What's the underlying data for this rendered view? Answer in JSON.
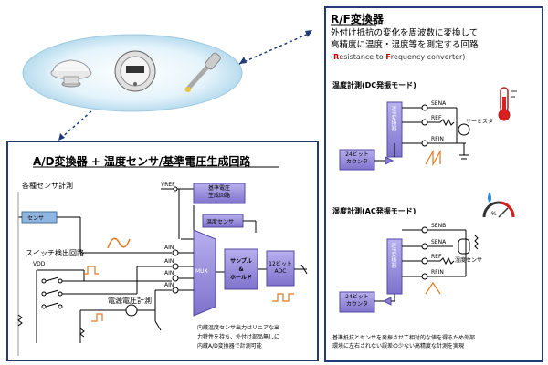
{
  "left_panel": {
    "title": "A/D変換器 + 温度センサ/基準電圧生成回路",
    "sensor_section_label": "各種センサ計測",
    "sensor_box": "センサ",
    "switch_label": "スイッチ検出回路",
    "vdd": "VDD",
    "vref": "VREF",
    "ref_gen": [
      "基準電圧",
      "生成回路"
    ],
    "temp_sensor": "温度センサ",
    "ain_labels": [
      "AIN",
      "AIN",
      "AIN",
      "AIN"
    ],
    "mux": "MUX",
    "sample_hold": [
      "サンプル",
      "&",
      "ホールド"
    ],
    "adc": [
      "12ビット",
      "ADC"
    ],
    "power_label": "電源電圧計測",
    "note_lines": [
      "内蔵温度センサ出力はリニアな出",
      "力特性を持ち、外付け部品無しに",
      "内蔵A/D変換器で計測可能"
    ]
  },
  "right_panel": {
    "title": "R/F変換器",
    "desc_lines": [
      "外付け抵抗の変化を周波数に変換して",
      "高精度に温度・湿度等を測定する回路"
    ],
    "sub_R": "R",
    "sub_mid": "esistance to ",
    "sub_F": "F",
    "sub_end": "requency converter)",
    "sub_open": "(",
    "dc_title": "温度計測(DC発振モード)",
    "dc_pins": [
      "SENA",
      "REF",
      "RFIN"
    ],
    "rf_block": "R/F変換器",
    "thermistor": "サーミスタ",
    "counter": [
      "24ビット",
      "カウンタ"
    ],
    "ac_title": "湿度計測(AC発振モード)",
    "ac_pins": [
      "SENB",
      "SENA",
      "REF",
      "RFIN"
    ],
    "humidity_sensor": "湿度センサ",
    "note_lines": [
      "基準抵抗とセンサを発振させて相対的な値を得るため外部",
      "環境に左右されない誤差の少ない高精度な計測を実現"
    ]
  },
  "colors": {
    "rf_title_red": "#cc0000",
    "block_purple": "#8a7fd6",
    "signal_orange": "#e07820",
    "ellipse_fill": "#d6eef8"
  }
}
